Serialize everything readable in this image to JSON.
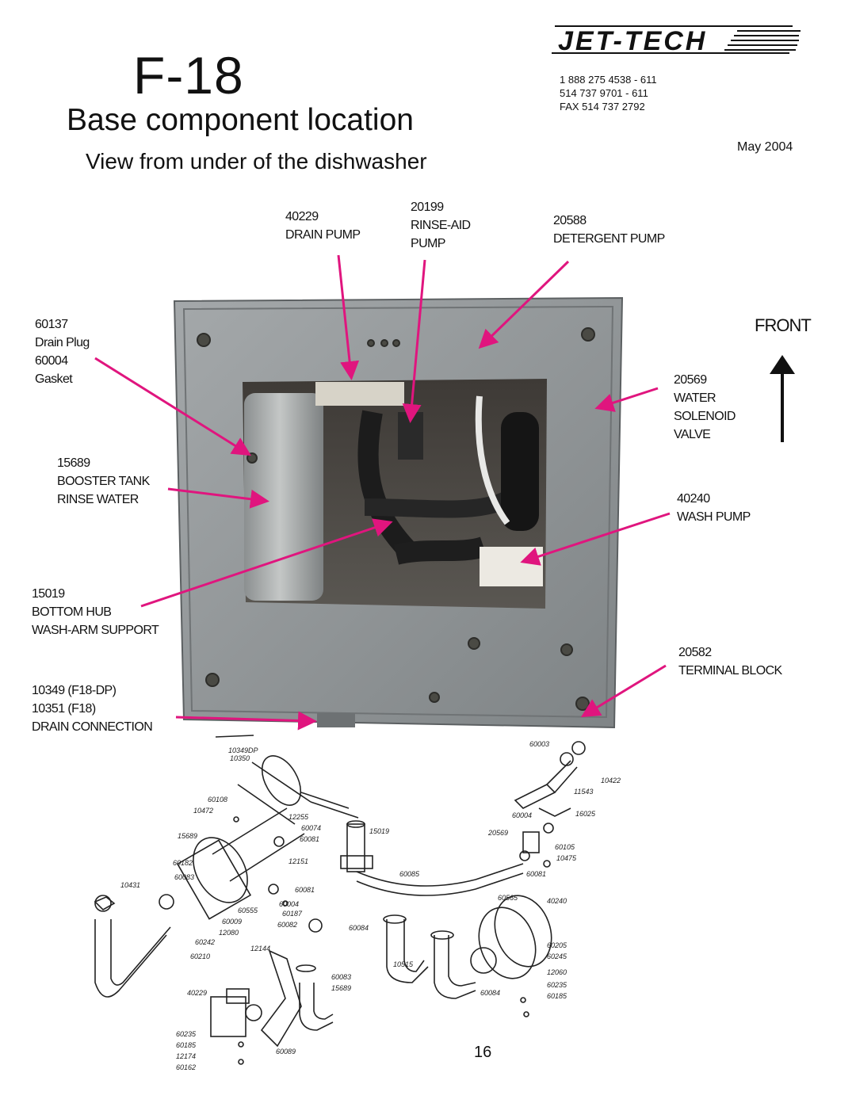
{
  "header": {
    "model": "F-18",
    "title": "Base component location",
    "subtitle": "View from under of the dishwasher",
    "brand": "JET-TECH",
    "phone_1": "1 888 275 4538 - 611",
    "phone_2": "514 737 9701 - 611",
    "fax": "FAX 514 737 2792",
    "date": "May 2004"
  },
  "direction": {
    "label": "FRONT"
  },
  "callouts": [
    {
      "part": "40229",
      "desc": [
        "DRAIN PUMP"
      ]
    },
    {
      "part": "20199",
      "desc": [
        "RINSE-AID",
        "PUMP"
      ]
    },
    {
      "part": "20588",
      "desc": [
        "DETERGENT PUMP"
      ]
    },
    {
      "part": "60137",
      "desc": [
        "Drain Plug",
        "60004",
        "Gasket"
      ]
    },
    {
      "part": "20569",
      "desc": [
        "WATER",
        "SOLENOID",
        "VALVE"
      ]
    },
    {
      "part": "15689",
      "desc": [
        "BOOSTER TANK",
        "RINSE WATER"
      ]
    },
    {
      "part": "40240",
      "desc": [
        "WASH PUMP"
      ]
    },
    {
      "part": "15019",
      "desc": [
        "BOTTOM HUB",
        "WASH-ARM SUPPORT"
      ]
    },
    {
      "part": "20582",
      "desc": [
        "TERMINAL BLOCK"
      ]
    },
    {
      "part": "10349 (F18-DP)",
      "desc": [
        "10351 (F18)",
        "DRAIN CONNECTION"
      ]
    }
  ],
  "diagram_labels": [
    "10349DP",
    "10350",
    "60108",
    "10472",
    "15689",
    "60182",
    "60083",
    "10431",
    "60074",
    "12255",
    "60081",
    "12151",
    "15019",
    "60081",
    "60004",
    "60187",
    "60082",
    "60555",
    "60009",
    "12080",
    "60242",
    "60210",
    "12144",
    "40229",
    "60235",
    "60185",
    "12174",
    "60162",
    "60089",
    "60083",
    "15689",
    "60084",
    "10515",
    "60085",
    "60565",
    "40240",
    "60205",
    "60245",
    "12060",
    "60235",
    "60185",
    "60084",
    "60003",
    "10422",
    "11543",
    "60004",
    "16025",
    "20569",
    "60105",
    "10475",
    "60081"
  ],
  "footer": {
    "page_number": "16"
  },
  "colors": {
    "arrow": "#e0157e",
    "text": "#111111",
    "panel": "#8e9396",
    "background": "#ffffff"
  }
}
